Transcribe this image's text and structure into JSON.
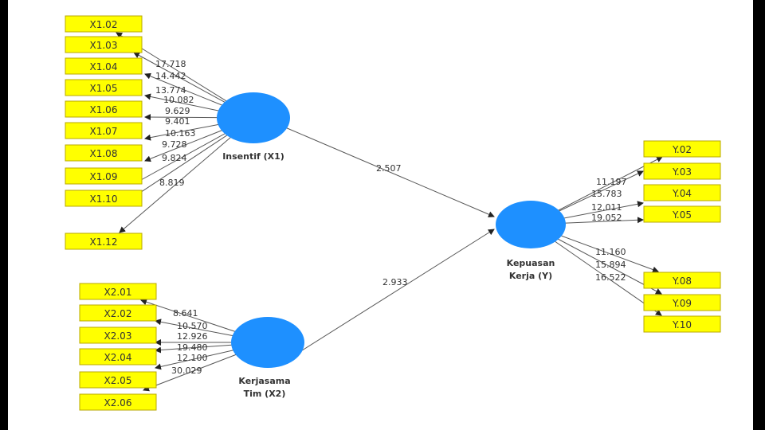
{
  "diagram": {
    "colors": {
      "background": "#ffffff",
      "indicator_box": "#ffff00",
      "latent_node": "#1e90ff",
      "edge": "#555555"
    },
    "latents": [
      {
        "id": "X1",
        "line1": "Insentif (X1)",
        "line2": ""
      },
      {
        "id": "X2",
        "line1": "Kerjasama",
        "line2": "Tim (X2)"
      },
      {
        "id": "Y",
        "line1": "Kepuasan",
        "line2": "Kerja (Y)"
      }
    ],
    "indicators": {
      "X1": [
        "X1.02",
        "X1.03",
        "X1.04",
        "X1.05",
        "X1.06",
        "X1.07",
        "X1.08",
        "X1.09",
        "X1.10",
        "X1.12"
      ],
      "X2": [
        "X2.01",
        "X2.02",
        "X2.03",
        "X2.04",
        "X2.05",
        "X2.06"
      ],
      "Y": [
        "Y.02",
        "Y.03",
        "Y.04",
        "Y.05",
        "Y.08",
        "Y.09",
        "Y.10"
      ]
    },
    "outer_weights": {
      "X1": [
        "17.718",
        "14.442",
        "13.774",
        "10.082",
        "9.629",
        "9.401",
        "10.163",
        "9.728",
        "9.824",
        "8.819"
      ],
      "X2": [
        "8.641",
        "10.570",
        "12.926",
        "19.480",
        "12.100",
        "30.029"
      ],
      "Y": [
        "11.197",
        "15.783",
        "12.011",
        "19.052",
        "11.160",
        "15.894",
        "16.522"
      ]
    },
    "paths": [
      {
        "from": "X1",
        "to": "Y",
        "value": "2.507"
      },
      {
        "from": "X2",
        "to": "Y",
        "value": "2.933"
      }
    ]
  }
}
